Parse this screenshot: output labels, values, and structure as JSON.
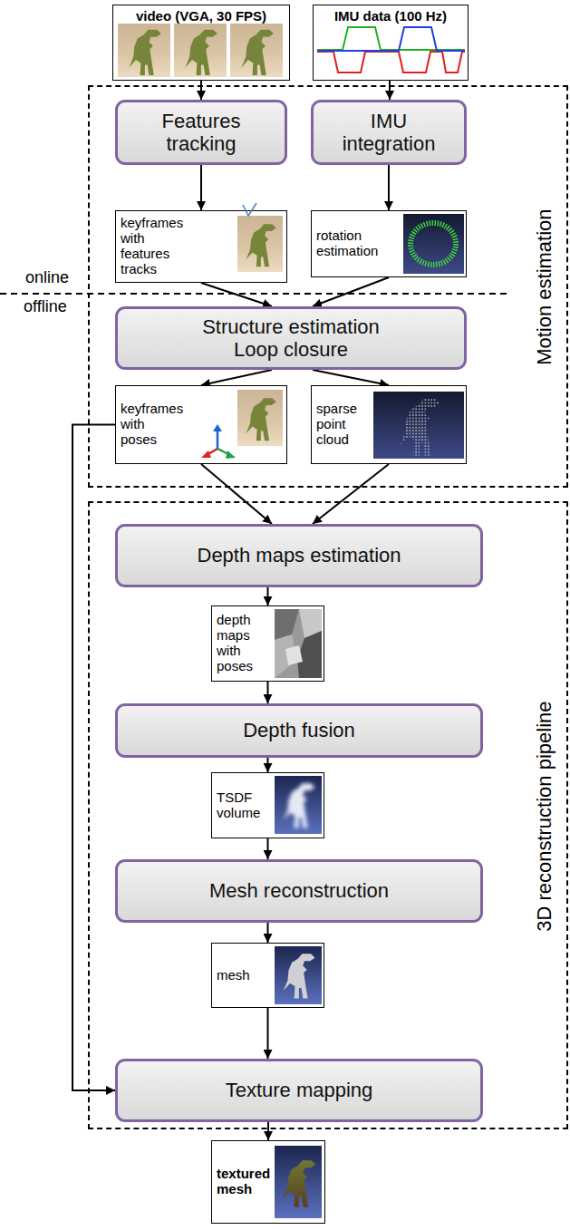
{
  "diagram": {
    "nodes": [
      {
        "text": [
          "video (VGA, 30 FPS)"
        ]
      },
      {
        "text": [
          "IMU data (100 Hz)"
        ]
      },
      {
        "text": [
          "Motion estimation"
        ]
      },
      {
        "text": [
          "Features tracking"
        ],
        "in": 2
      },
      {
        "text": [
          "IMU integration"
        ],
        "in": 2
      },
      {
        "text": [
          "keyframes with features tracks"
        ],
        "in": 2
      },
      {
        "text": [
          "rotation estimation"
        ],
        "in": 2
      },
      {
        "text": [
          "Structure estimation",
          "Loop closure"
        ],
        "in": 2
      },
      {
        "text": [
          "keyframes with poses"
        ],
        "in": 2
      },
      {
        "text": [
          "sparse point cloud"
        ],
        "in": 2
      },
      {
        "text": [
          "3D reconstruction pipeline"
        ]
      },
      {
        "text": [
          "Depth maps estimation"
        ],
        "in": 10
      },
      {
        "text": [
          "depth maps with poses"
        ],
        "in": 10
      },
      {
        "text": [
          "Depth fusion"
        ],
        "in": 10
      },
      {
        "text": [
          "TSDF volume"
        ],
        "in": 10
      },
      {
        "text": [
          "Mesh reconstruction"
        ],
        "in": 10
      },
      {
        "text": [
          "mesh"
        ],
        "in": 10
      },
      {
        "text": [
          "Texture mapping"
        ],
        "in": 10
      },
      {
        "text": [
          "textured mesh"
        ]
      }
    ],
    "edges": [
      {
        "from": 0,
        "to": 3,
        "arrow": "to"
      },
      {
        "from": 1,
        "to": 4,
        "arrow": "to"
      },
      {
        "from": 3,
        "to": 5,
        "arrow": "to"
      },
      {
        "from": 4,
        "to": 6,
        "arrow": "to"
      },
      {
        "from": 5,
        "to": 7,
        "arrow": "to"
      },
      {
        "from": 6,
        "to": 7,
        "arrow": "to"
      },
      {
        "from": 7,
        "to": 8,
        "arrow": "to"
      },
      {
        "from": 7,
        "to": 9,
        "arrow": "to"
      },
      {
        "from": 8,
        "to": 11,
        "arrow": "to"
      },
      {
        "from": 9,
        "to": 11,
        "arrow": "to"
      },
      {
        "from": 11,
        "to": 12,
        "arrow": "to"
      },
      {
        "from": 12,
        "to": 13,
        "arrow": "to"
      },
      {
        "from": 13,
        "to": 14,
        "arrow": "to"
      },
      {
        "from": 14,
        "to": 15,
        "arrow": "to"
      },
      {
        "from": 15,
        "to": 16,
        "arrow": "to"
      },
      {
        "from": 16,
        "to": 17,
        "arrow": "to"
      },
      {
        "from": 8,
        "to": 17,
        "arrow": "to"
      },
      {
        "from": 17,
        "to": 18,
        "arrow": "to"
      }
    ],
    "labels": [
      "online",
      "offline"
    ]
  }
}
